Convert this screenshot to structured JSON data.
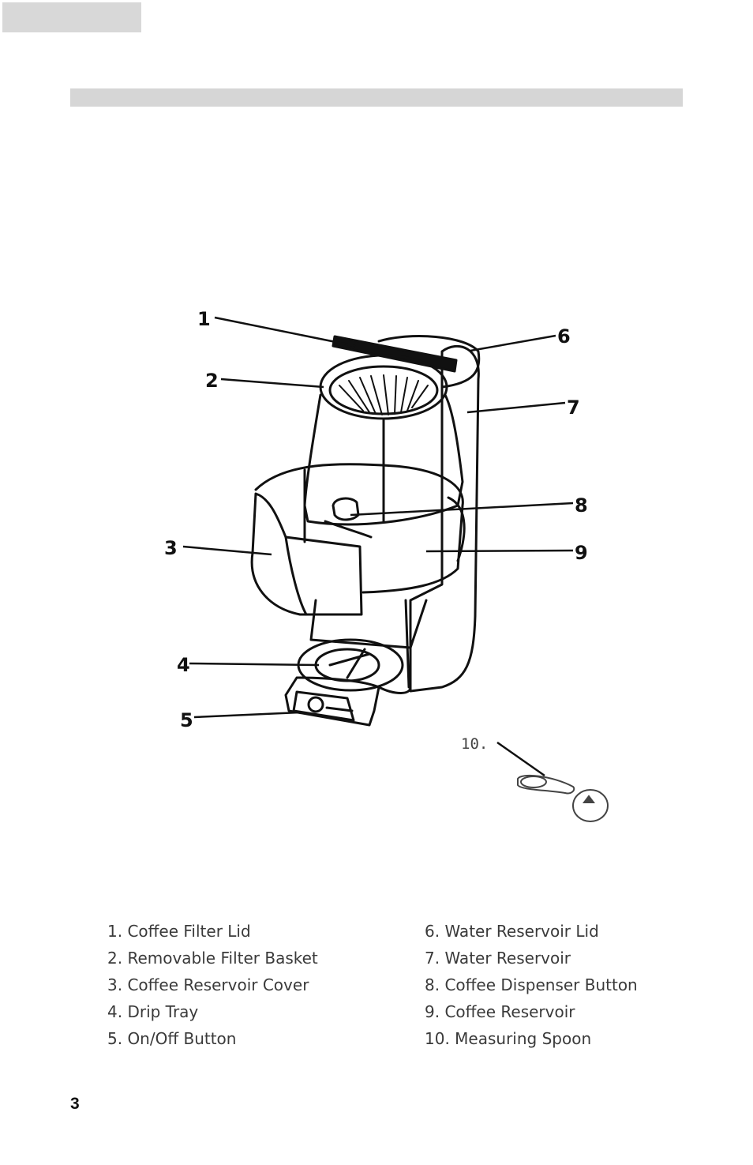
{
  "diagram": {
    "callouts": [
      "1",
      "2",
      "3",
      "4",
      "5",
      "6",
      "7",
      "8",
      "9"
    ],
    "spoon_label": "10."
  },
  "parts": {
    "left": [
      "1. Coffee Filter Lid",
      "2. Removable Filter Basket",
      "3. Coffee Reservoir Cover",
      "4. Drip Tray",
      "5. On/Off Button"
    ],
    "right": [
      "6. Water Reservoir Lid",
      "7. Water Reservoir",
      "8. Coffee Dispenser Button",
      "9. Coffee Reservoir",
      "10. Measuring Spoon"
    ]
  },
  "page_number": "3"
}
